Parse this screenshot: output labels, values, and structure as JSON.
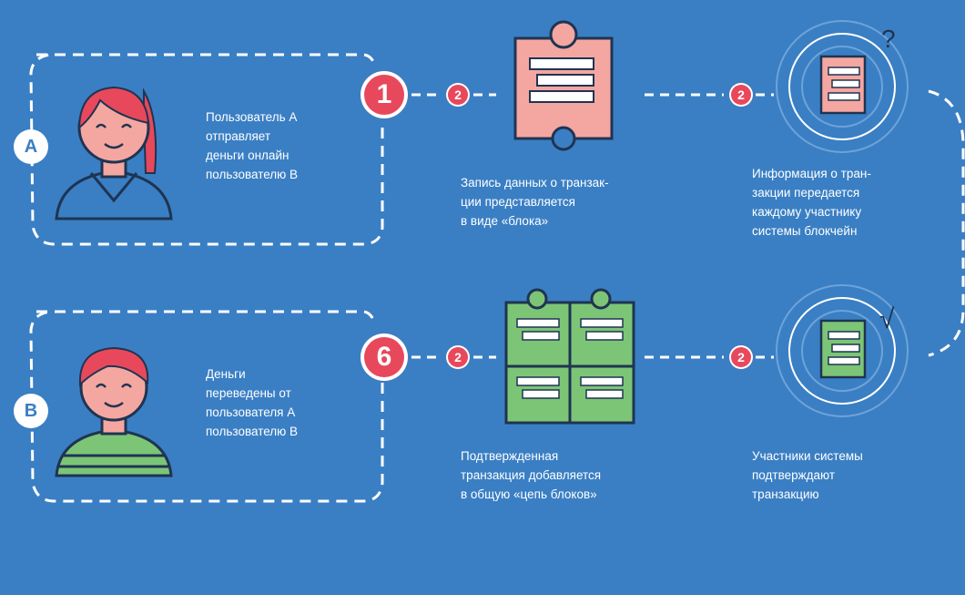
{
  "users": {
    "a": {
      "tag": "A",
      "caption": "Пользователь А\nотправляет\nденьги онлайн\nпользователю В"
    },
    "b": {
      "tag": "B",
      "caption": "Деньги\nпереведены от\nпользователя А\nпользователю В"
    }
  },
  "steps": [
    {
      "number": "1"
    },
    {
      "number": "2",
      "caption": "Запись данных о транзак-\nции представляется\nв виде «блока»"
    },
    {
      "number": "2",
      "caption": "Информация о тран-\nзакции передается\nкаждому участнику\nсистемы блокчейн"
    },
    {
      "number": "2",
      "caption": "Участники системы\nподтверждают\nтранзакцию"
    },
    {
      "number": "2",
      "caption": "Подтвержденная\nтранзакция добавляется\nв общую «цепь блоков»"
    },
    {
      "number": "6"
    }
  ],
  "marks": {
    "question": "?",
    "check": "√"
  },
  "colors": {
    "background": "#3a7fc4",
    "accent_red": "#e8485b",
    "block_pink": "#f4a7a0",
    "block_green": "#7cc576",
    "outline_navy": "#1f3452",
    "white": "#ffffff"
  }
}
